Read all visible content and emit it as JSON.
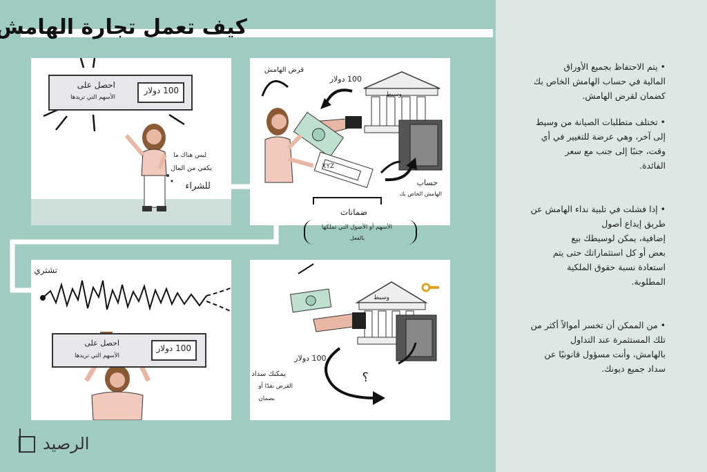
{
  "title": "كيف تعمل تجارة الهامش؟",
  "panel1": {
    "card_line1": "احصل على",
    "card_line2": "الأسهم التي تريدها",
    "card_amount": "100 دولار",
    "speech_line1": "ليس هناك ما",
    "speech_line2": "يكفي من المال",
    "speech_line3": "للشراء"
  },
  "panel2": {
    "margin_loan": "قرض الهامش",
    "amount": "100 دولار",
    "broker": "وسيط",
    "account_line1": "حساب",
    "account_line2": "الهامش الخاص بك",
    "collateral": "ضمانات",
    "collateral_desc_line1": "الأسهم أو الأصول التي تملكها",
    "collateral_desc_line2": "بالفعل",
    "certificate": "XYZ"
  },
  "panel3": {
    "buy": "تشتري",
    "card_line1": "احصل على",
    "card_line2": "الأسهم التي تريدها",
    "card_amount": "100 دولار",
    "question": "؟"
  },
  "panel4": {
    "repay_line1": "يمكنك سداد",
    "repay_line2": "القرض نقدًا أو",
    "repay_line3": "بضمان",
    "amount": "- 100 دولار",
    "broker": "وسيط",
    "question": "؟"
  },
  "bullets": [
    {
      "lines": [
        "يتم الاحتفاظ بجميع الأوراق",
        "المالية في حساب الهامش الخاص بك",
        "كضمان لقرض الهامش."
      ]
    },
    {
      "lines": [
        "تختلف متطلبات الصيانة من وسيط",
        "إلى آخر، وهي عرضة للتغيير في أي",
        "وقت، جنبًا إلى جنب مع سعر",
        "الفائدة."
      ]
    },
    {
      "lines": [
        "إذا فشلت في تلبية نداء الهامش عن",
        "طريق إيداع أصول",
        "إضافية، يمكن لوسيطك بيع",
        "بعض أو كل استثماراتك حتى يتم",
        "استعادة نسبة حقوق الملكية",
        "المطلوبة."
      ]
    },
    {
      "lines": [
        "من الممكن أن تخسر أموالاً أكثر من",
        "تلك المستثمرة عند التداول",
        "بالهامش، وأنت مسؤول قانونيًا عن",
        "سداد جميع ديونك."
      ]
    }
  ],
  "brand": "الرصيد",
  "colors": {
    "background": "#9fcbc2",
    "sidebar": "#dde8e5",
    "skin": "#e9b8a4",
    "shirt": "#f2c9bd",
    "hair": "#8a5a36",
    "money": "#bfe0cf",
    "key": "#e0a020"
  }
}
